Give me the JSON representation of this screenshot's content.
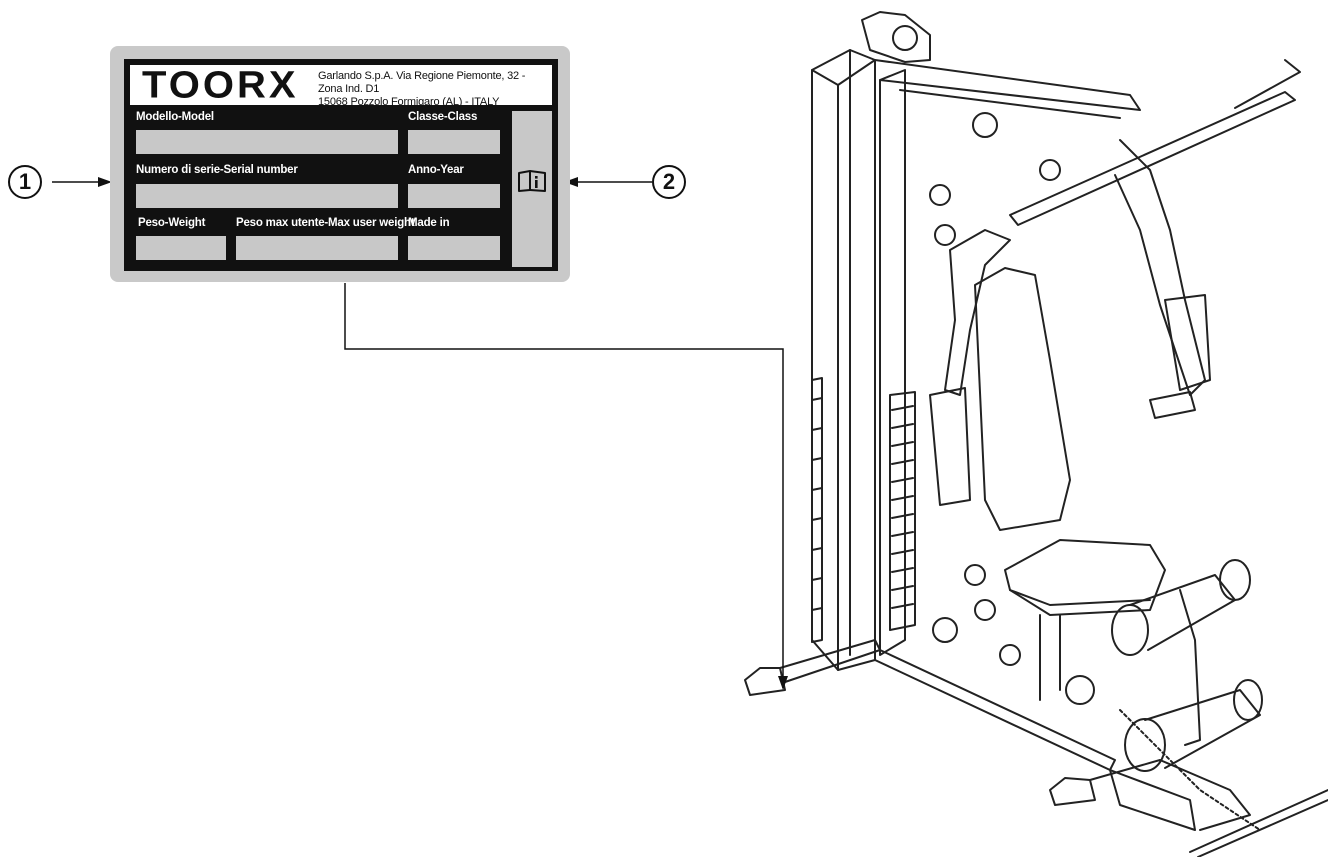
{
  "plate": {
    "brand": "TOORX",
    "address_line1": "Garlando S.p.A. Via Regione Piemonte, 32 - Zona Ind. D1",
    "address_line2": "15068 Pozzolo Formigaro (AL) - ITALY",
    "fields": {
      "model": "Modello-Model",
      "class": "Classe-Class",
      "serial": "Numero di serie-Serial number",
      "year": "Anno-Year",
      "weight": "Peso-Weight",
      "max_user_weight": "Peso max utente-Max user weight",
      "made_in": "Made in"
    }
  },
  "callouts": {
    "one": "1",
    "two": "2"
  },
  "icons": {
    "manual": "manual-info-icon"
  },
  "colors": {
    "plate": "#111111",
    "field": "#c8c8c8",
    "frame": "#c9c9c9"
  }
}
